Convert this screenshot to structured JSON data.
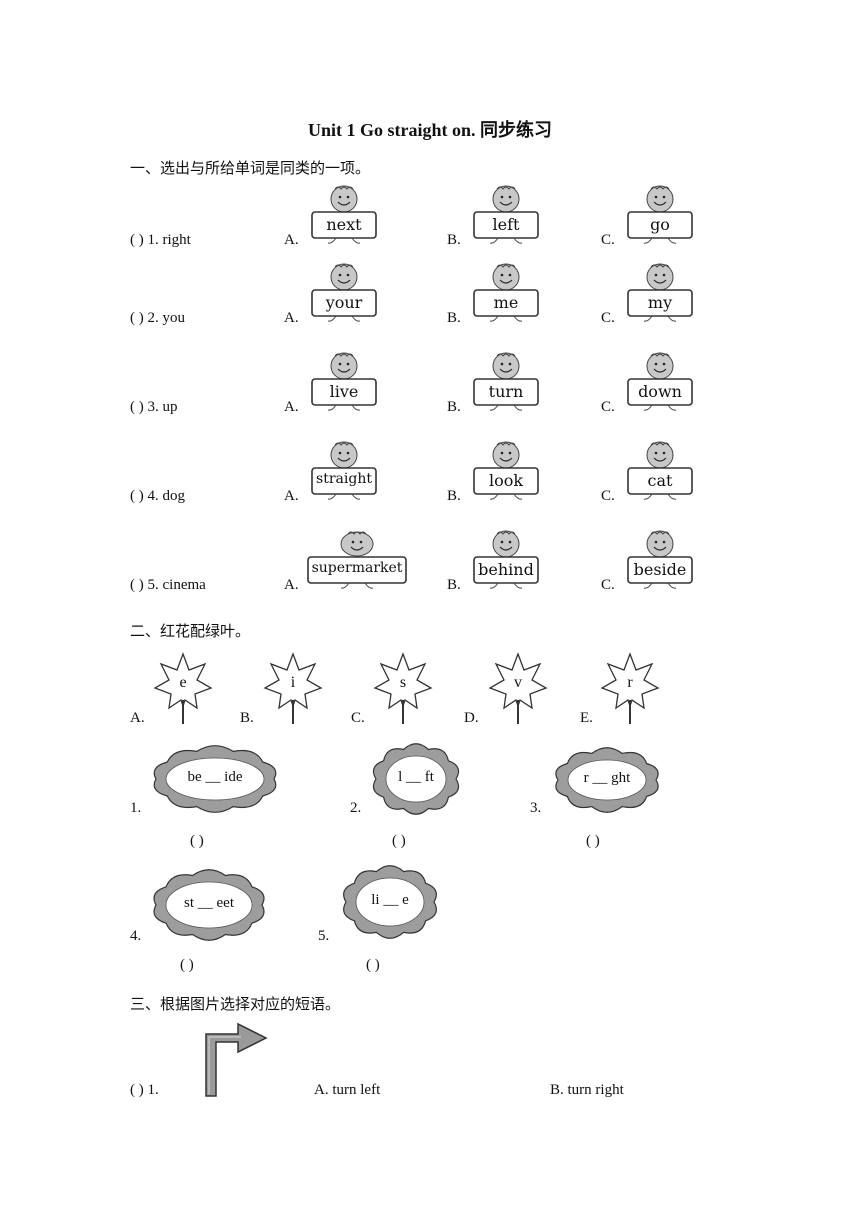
{
  "title": "Unit 1 Go straight on.  同步练习",
  "section1": {
    "heading": "一、选出与所给单词是同类的一项。",
    "questions": [
      {
        "stem": "(       ) 1. right",
        "a": "next",
        "b": "left",
        "c": "go"
      },
      {
        "stem": "(       ) 2. you",
        "a": "your",
        "b": "me",
        "c": "my"
      },
      {
        "stem": "(       ) 3. up",
        "a": "live",
        "b": "turn",
        "c": "down"
      },
      {
        "stem": "(       ) 4. dog",
        "a": "straight",
        "b": "look",
        "c": "cat"
      },
      {
        "stem": "(       ) 5. cinema",
        "a": "supermarket",
        "b": "behind",
        "c": "beside"
      }
    ],
    "option_letters": [
      "A.",
      "B.",
      "C."
    ]
  },
  "section2": {
    "heading": "二、红花配绿叶。",
    "leaves": [
      {
        "letter": "A.",
        "char": "e"
      },
      {
        "letter": "B.",
        "char": "i"
      },
      {
        "letter": "C.",
        "char": "s"
      },
      {
        "letter": "D.",
        "char": "v"
      },
      {
        "letter": "E.",
        "char": "r"
      }
    ],
    "flowers": [
      {
        "num": "1.",
        "word": "be __ ide",
        "blank": "(       )"
      },
      {
        "num": "2.",
        "word": "l __ ft",
        "blank": "(       )"
      },
      {
        "num": "3.",
        "word": "r __ ght",
        "blank": "(       )"
      },
      {
        "num": "4.",
        "word": "st __ eet",
        "blank": "(       )"
      },
      {
        "num": "5.",
        "word": "li __ e",
        "blank": "(       )"
      }
    ]
  },
  "section3": {
    "heading": "三、根据图片选择对应的短语。",
    "stem": "(       ) 1.",
    "option_a": "A. turn left",
    "option_b": "B. turn right",
    "icon": "turn-right-arrow-icon"
  }
}
